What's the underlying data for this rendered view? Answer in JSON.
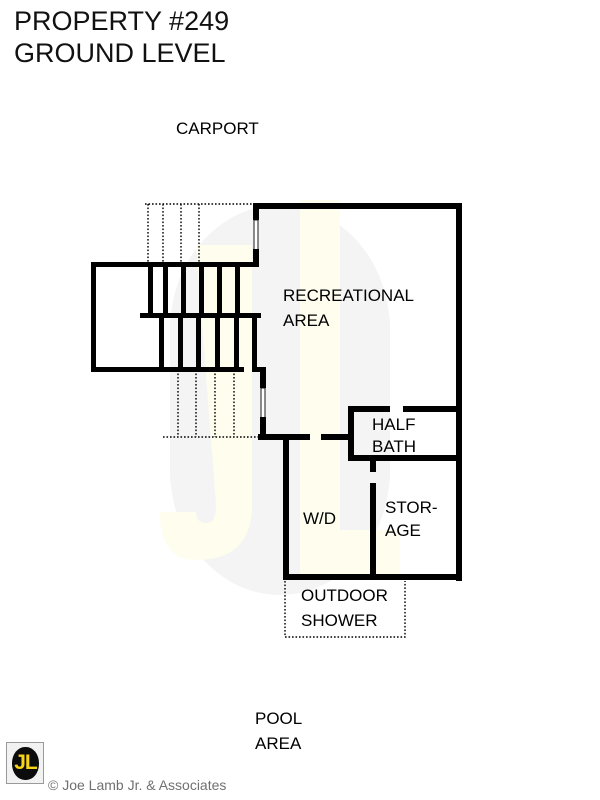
{
  "document": {
    "title_line1": "PROPERTY #249",
    "title_line2": "GROUND LEVEL"
  },
  "floorplan": {
    "exterior_labels": {
      "carport": "CARPORT",
      "pool_area_line1": "POOL",
      "pool_area_line2": "AREA"
    },
    "rooms": [
      {
        "id": "recreational-area",
        "label_line1": "RECREATIONAL",
        "label_line2": "AREA"
      },
      {
        "id": "half-bath",
        "label_line1": "HALF",
        "label_line2": "BATH"
      },
      {
        "id": "washer-dryer",
        "label_line1": "W/D",
        "label_line2": ""
      },
      {
        "id": "storage",
        "label_line1": "STOR-",
        "label_line2": "AGE"
      },
      {
        "id": "outdoor-shower",
        "label_line1": "OUTDOOR",
        "label_line2": "SHOWER"
      }
    ]
  },
  "watermark": {
    "letters": "JL",
    "disc_color": "#f4f4f5",
    "letter_color": "#fffdee"
  },
  "footer": {
    "logo_text": "JL",
    "logo_color": "#f7d417",
    "copyright": "© Joe Lamb Jr. & Associates"
  },
  "colors": {
    "wall": "#000000",
    "background": "#ffffff",
    "title": "#111111",
    "copyright": "#707070"
  }
}
